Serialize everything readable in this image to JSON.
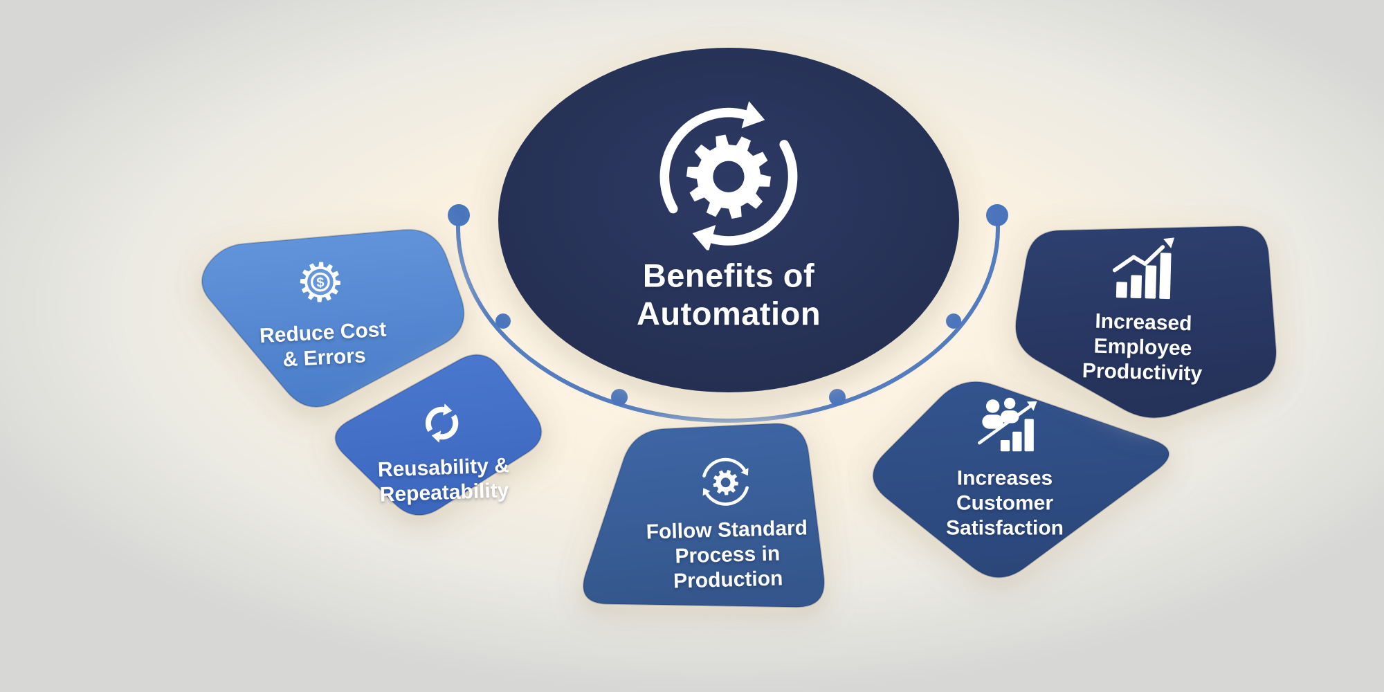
{
  "title": {
    "lines": [
      "Benefits of",
      "Automation"
    ]
  },
  "center": {
    "icon": "gear-sync-icon"
  },
  "benefits": [
    {
      "label_lines": [
        "Reduce Cost",
        "& Errors"
      ],
      "icon": "dollar-gear-icon",
      "colors": [
        "#6496dc",
        "#4b7ec9"
      ]
    },
    {
      "label_lines": [
        "Reusability &",
        "Repeatability"
      ],
      "icon": "sync-arrows-icon",
      "colors": [
        "#4c79d0",
        "#3c67be"
      ]
    },
    {
      "label_lines": [
        "Follow Standard",
        "Process in",
        "Production"
      ],
      "icon": "gear-orbit-arrows-icon",
      "colors": [
        "#3f67a6",
        "#34568c"
      ]
    },
    {
      "label_lines": [
        "Increases",
        "Customer",
        "Satisfaction"
      ],
      "icon": "people-growth-chart-icon",
      "colors": [
        "#33548f",
        "#2b477a"
      ]
    },
    {
      "label_lines": [
        "Increased",
        "Employee",
        "Productivity"
      ],
      "icon": "growth-bar-chart-icon",
      "colors": [
        "#2d4070",
        "#253259"
      ]
    }
  ],
  "palette": {
    "background": "#d7d8d6",
    "glow": "#fdf3e3",
    "arc": "#4a75bd",
    "center_light": "#2d3a64",
    "center_dark": "#222b4c",
    "text": "#ffffff"
  }
}
